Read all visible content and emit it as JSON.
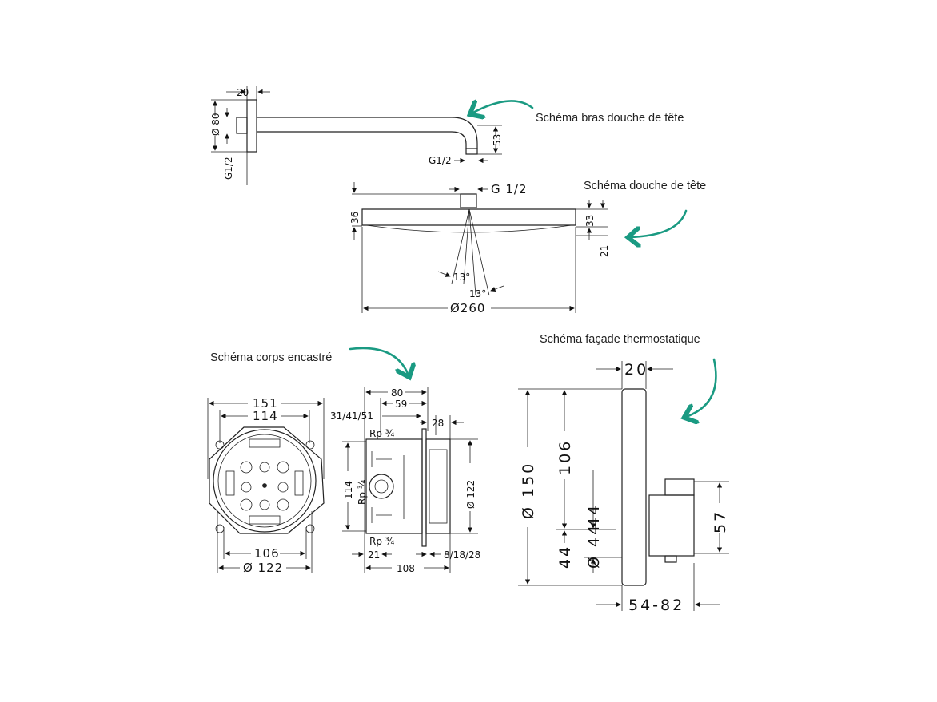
{
  "annotations": {
    "arm": "Schéma bras douche de tête",
    "head": "Schéma douche de tête",
    "body": "Schéma corps encastré",
    "facade": "Schéma façade thermostatique"
  },
  "arm_dims": {
    "width": "20",
    "diameter": "Ø 80",
    "thread_left": "G1/2",
    "drop": "53",
    "thread_right": "G1/2"
  },
  "head_dims": {
    "thread": "G 1/2",
    "height": "36",
    "rim": "33",
    "depth": "21",
    "angle_1": "13°",
    "angle_2": "13°",
    "diameter": "Ø260"
  },
  "body_front_dims": {
    "outer": "151",
    "inner": "114",
    "bottom": "106",
    "diameter": "Ø 122"
  },
  "body_side_dims": {
    "depth": "80",
    "mid": "59",
    "offsets": "31/41/51",
    "right": "28",
    "height": "114",
    "port_top": "Rp ¾",
    "port_mid": "Rp ¾",
    "port_bottom": "Rp ¾",
    "diameter": "Ø 122",
    "left_bottom": "21",
    "extension": "8/18/28",
    "total": "108"
  },
  "facade_dims": {
    "thickness": "20",
    "diameter": "Ø 150",
    "upper": "106",
    "mid": "44",
    "lower": "44",
    "knob_diameter": "Ø 44",
    "knob_height": "57",
    "projection": "54-82"
  },
  "accent_color": "#1a9a82"
}
